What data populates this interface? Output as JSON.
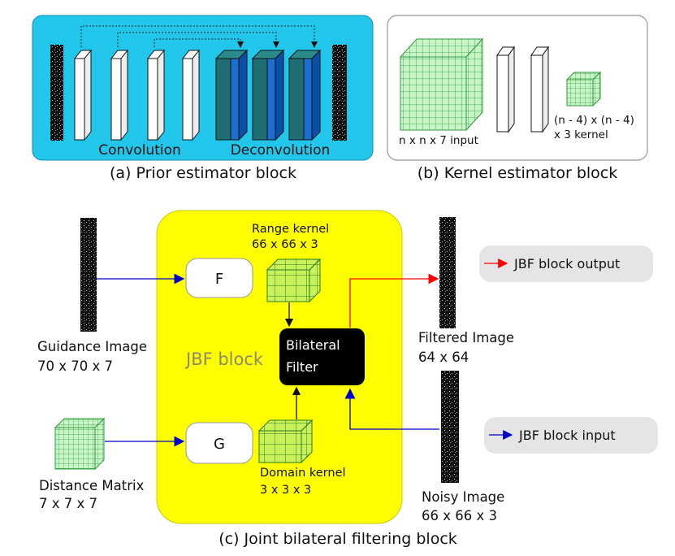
{
  "panel_a": {
    "caption": "(a) Prior estimator block",
    "conv_label": "Convolution",
    "deconv_label": "Deconvolution",
    "bg_color": "#22c6ea"
  },
  "panel_b": {
    "caption": "(b) Kernel estimator block",
    "input_label": "n x n x 7 input",
    "kernel_label_1": "(n - 4) x (n - 4)",
    "kernel_label_2": "x 3 kernel"
  },
  "panel_c": {
    "caption": "(c) Joint bilateral filtering block",
    "block_label": "JBF block",
    "block_color": "#ffff00",
    "f_label": "F",
    "g_label": "G",
    "range_kernel_1": "Range kernel",
    "range_kernel_2": "66 x 66 x 3",
    "domain_kernel_1": "Domain kernel",
    "domain_kernel_2": "3 x 3 x 3",
    "bilateral_1": "Bilateral",
    "bilateral_2": "Filter",
    "guidance_1": "Guidance Image",
    "guidance_2": "70 x 70 x 7",
    "distance_1": "Distance Matrix",
    "distance_2": "7 x 7 x 7",
    "filtered_1": "Filtered Image",
    "filtered_2": "64 x 64",
    "noisy_1": "Noisy Image",
    "noisy_2": "66 x 66 x 3",
    "legend_output": "JBF block output",
    "legend_input": "JBF block input",
    "output_color": "#ff0000",
    "input_color": "#0000cc"
  }
}
